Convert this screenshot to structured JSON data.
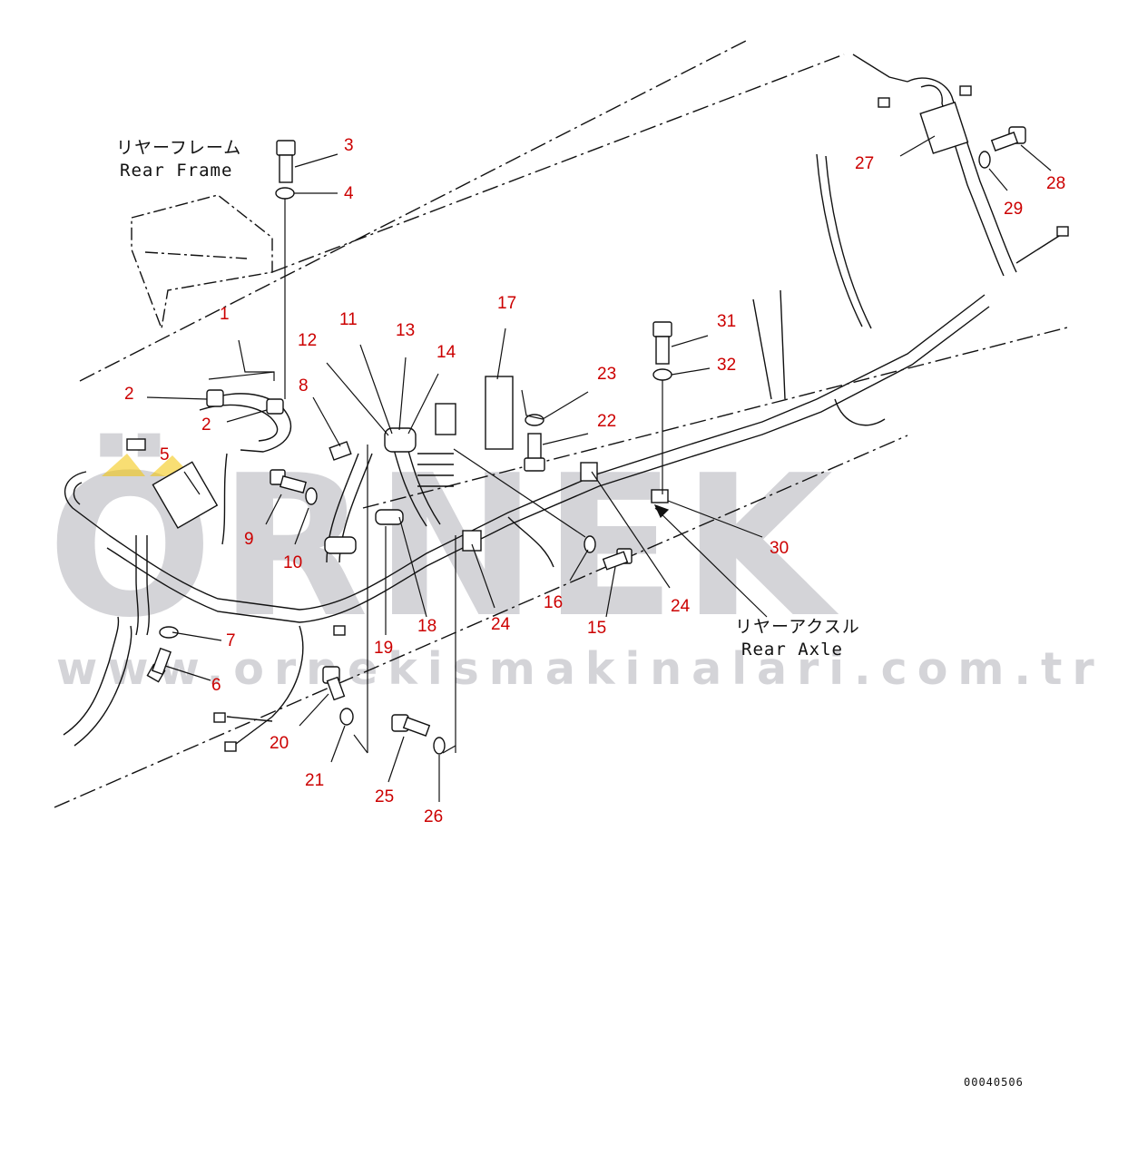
{
  "labels": {
    "rear_frame_jp": "リヤーフレーム",
    "rear_frame_en": "Rear Frame",
    "rear_axle_jp": "リヤーアクスル",
    "rear_axle_en": "Rear Axle"
  },
  "watermark": {
    "brand": "ÖRNEK",
    "url": "www.ornekismakinalari.com.tr"
  },
  "drawing_code": "00040506",
  "callouts": {
    "c1": "1",
    "c2a": "2",
    "c2b": "2",
    "c3": "3",
    "c4": "4",
    "c5": "5",
    "c6": "6",
    "c7": "7",
    "c8": "8",
    "c9": "9",
    "c10": "10",
    "c11": "11",
    "c12": "12",
    "c13": "13",
    "c14": "14",
    "c15": "15",
    "c16": "16",
    "c17": "17",
    "c18": "18",
    "c19": "19",
    "c20": "20",
    "c21": "21",
    "c22": "22",
    "c23": "23",
    "c24a": "24",
    "c24b": "24",
    "c25": "25",
    "c26": "26",
    "c27": "27",
    "c28": "28",
    "c29": "29",
    "c30": "30",
    "c31": "31",
    "c32": "32"
  },
  "colors": {
    "callout": "#cc0000",
    "line": "#111111",
    "watermark": "#d4d4d8",
    "accent": "#f2c200"
  }
}
